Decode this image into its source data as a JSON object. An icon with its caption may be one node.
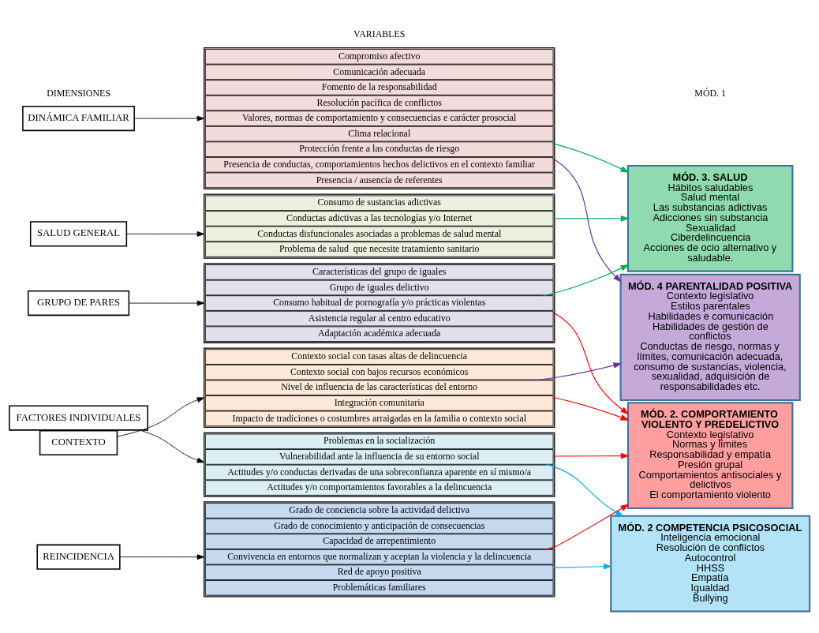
{
  "diagram": {
    "nodes": [
      {
        "text": [
          "DINÁMICA FAMILIAR"
        ]
      },
      {
        "text": [],
        "shape": "box"
      },
      {
        "text": [
          "Compromiso afectivo"
        ],
        "in": 1
      },
      {
        "text": [
          "Comunicación adecuada"
        ],
        "in": 1
      },
      {
        "text": [
          "Fomento de la responsabilidad"
        ],
        "in": 1
      },
      {
        "text": [
          "Resolución pacífica de conflictos"
        ],
        "in": 1
      },
      {
        "text": [
          "Valores, normas de comportamiento y consecuencias e carácter prosocial"
        ],
        "in": 1
      },
      {
        "text": [
          "Clima relacional"
        ],
        "in": 1
      },
      {
        "text": [
          "Protección frente a las conductas de riesgo"
        ],
        "in": 1
      },
      {
        "text": [
          "Presencia de conductas, comportamientos hechos delictivos en el contexto familiar"
        ],
        "in": 1
      },
      {
        "text": [
          "Presencia / ausencia de referentes"
        ],
        "in": 1
      },
      {
        "text": [
          "SALUD GENERAL"
        ]
      },
      {
        "text": [],
        "shape": "box"
      },
      {
        "text": [
          "Consumo de sustancias adictivas"
        ],
        "in": 12
      },
      {
        "text": [
          "Conductas adictivas a las tecnologías y/o Internet"
        ],
        "in": 12
      },
      {
        "text": [
          "Conductas disfuncionales asociadas a problemas de salud mental"
        ],
        "in": 12
      },
      {
        "text": [
          "Problema de salud  que necesite tratamiento sanitario"
        ],
        "in": 12
      },
      {
        "text": [
          "GRUPO DE PARES"
        ]
      },
      {
        "text": [],
        "shape": "box"
      },
      {
        "text": [
          "Características del grupo de iguales"
        ],
        "in": 18
      },
      {
        "text": [
          "Grupo de iguales delictivo"
        ],
        "in": 18
      },
      {
        "text": [
          "Consumo habitual de pornografía y/o prácticas violentas"
        ],
        "in": 18
      },
      {
        "text": [
          "Asistencia regular al centro educativo"
        ],
        "in": 18
      },
      {
        "text": [
          "Adaptación académica adecuada"
        ],
        "in": 18
      },
      {
        "text": [
          "FACTORES INDIVIDUALES"
        ]
      },
      {
        "text": [],
        "shape": "box"
      },
      {
        "text": [
          "Problemas en la socialización"
        ],
        "in": 25
      },
      {
        "text": [
          "Vulnerabilidad ante la influencia de su entorno social"
        ],
        "in": 25
      },
      {
        "text": [
          "Actitudes y/o conductas derivadas de una sobreconfianza aparente en sí mismo/a"
        ],
        "in": 25
      },
      {
        "text": [
          "Actitudes y/o comportamientos favorables a la delincuencia"
        ],
        "in": 25
      },
      {
        "text": [
          "CONTEXTO"
        ]
      },
      {
        "text": [],
        "shape": "box"
      },
      {
        "text": [
          "Contexto social con tasas altas de delincuencia"
        ],
        "in": 31
      },
      {
        "text": [
          "Contexto social con bajos recursos económicos"
        ],
        "in": 31
      },
      {
        "text": [
          "Nivel de influencia de las características del entorno"
        ],
        "in": 31
      },
      {
        "text": [
          "Integración comunitaria"
        ],
        "in": 31
      },
      {
        "text": [
          "Impacto de tradiciones o costumbres arraigadas en la familia o contexto social"
        ],
        "in": 31
      },
      {
        "text": [
          "REINCIDENCIA"
        ]
      },
      {
        "text": [],
        "shape": "box"
      },
      {
        "text": [
          "Grado de conciencia sobre la actividad delictiva"
        ],
        "in": 38
      },
      {
        "text": [
          "Grado de conocimiento y anticipación de consecuencias"
        ],
        "in": 38
      },
      {
        "text": [
          "Capacidad de arrepentimiento"
        ],
        "in": 38
      },
      {
        "text": [
          "Convivencia en entornos que normalizan y aceptan la violencia y la delincuencia"
        ],
        "in": 38
      },
      {
        "text": [
          "Red de apoyo positiva"
        ],
        "in": 38
      },
      {
        "text": [
          "Problemáticas familiares"
        ],
        "in": 38
      },
      {
        "text": [
          "MÓD. 2. COMPORTAMIENTO VIOLENTO Y PREDELICTIVO",
          "Contexto legislativo",
          "Normas y límites",
          "Responsabilidad y empatía",
          "Presión grupal",
          "Comportamientos antisociales y delictivos",
          "El comportamiento violento"
        ]
      },
      {
        "text": [
          "MÓD. 2 COMPETENCIA PSICOSOCIAL",
          "Inteligencia emocional",
          "Resolución de conflictos",
          "Autocontrol",
          "HHSS",
          "Empatía",
          "Igualdad",
          "Bullying"
        ]
      },
      {
        "text": [
          "MÓD. 3. SALUD",
          "Hábitos saludables",
          "Salud mental",
          "Las substancias adictivas",
          "Adicciones sin substancia",
          "Sexualidad",
          "Ciberdelincuencia",
          "Acciones de ocio alternativo y saludable."
        ]
      },
      {
        "text": [
          "MÓD. 4 PARENTALIDAD POSITIVA",
          "Contexto legislativo",
          "Estilos parentales",
          "Habilidades e comunicación",
          "Habilidades de gestión de conflictos",
          "Conductas de riesgo, normas y límites, comunicación adecuada, consumo de sustancias, violencia, sexualidad, adquisición de responsabilidades etc."
        ]
      }
    ],
    "edges": [
      {
        "from": 0,
        "to": 1,
        "arrow": "to"
      },
      {
        "from": 11,
        "to": 12,
        "arrow": "to"
      },
      {
        "from": 17,
        "to": 18,
        "arrow": "to"
      },
      {
        "from": 24,
        "to": 25,
        "arrow": "to"
      },
      {
        "from": 30,
        "to": 31,
        "arrow": "to"
      },
      {
        "from": 37,
        "to": 38,
        "arrow": "to"
      },
      {
        "from": 7,
        "to": 47,
        "arrow": "to",
        "color": "#00b050"
      },
      {
        "from": 8,
        "to": 48,
        "arrow": "to",
        "color": "#7030a0"
      },
      {
        "from": 14,
        "to": 47,
        "arrow": "to",
        "color": "#00b050"
      },
      {
        "from": 21,
        "to": 45,
        "arrow": "to",
        "color": "#ff0000"
      },
      {
        "from": 21,
        "to": 47,
        "arrow": "to",
        "color": "#00b050"
      },
      {
        "from": 27,
        "to": 45,
        "arrow": "to",
        "color": "#ff0000"
      },
      {
        "from": 27,
        "to": 46,
        "arrow": "to",
        "color": "#00b0f0"
      },
      {
        "from": 34,
        "to": 45,
        "arrow": "to",
        "color": "#ff0000"
      },
      {
        "from": 34,
        "to": 48,
        "arrow": "to",
        "color": "#7030a0"
      },
      {
        "from": 42,
        "to": 45,
        "arrow": "to",
        "color": "#ff0000"
      },
      {
        "from": 43,
        "to": 46,
        "arrow": "to",
        "color": "#00b0f0"
      }
    ],
    "labels": [
      "DIMENSIONES",
      "VARIABLES",
      "MÓD. 1"
    ]
  }
}
